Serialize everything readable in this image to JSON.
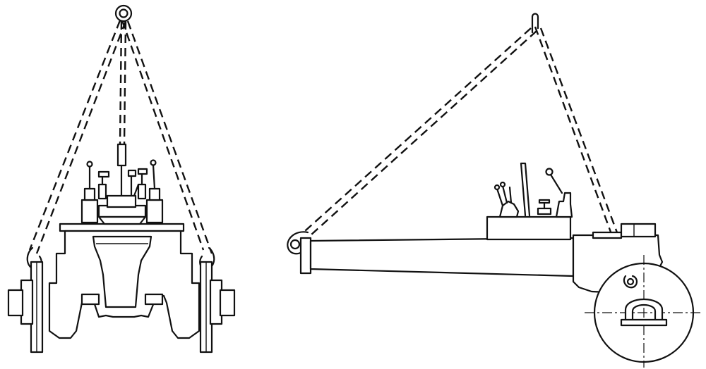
{
  "figure": {
    "views": [
      {
        "id": "front-view",
        "subject": "axle-housing-front-view",
        "rigging": "three-leg-sling"
      },
      {
        "id": "side-view",
        "subject": "axle-frame-side-view",
        "rigging": "two-leg-sling"
      }
    ],
    "colors": {
      "ink": "#111111",
      "paper": "#ffffff"
    }
  }
}
